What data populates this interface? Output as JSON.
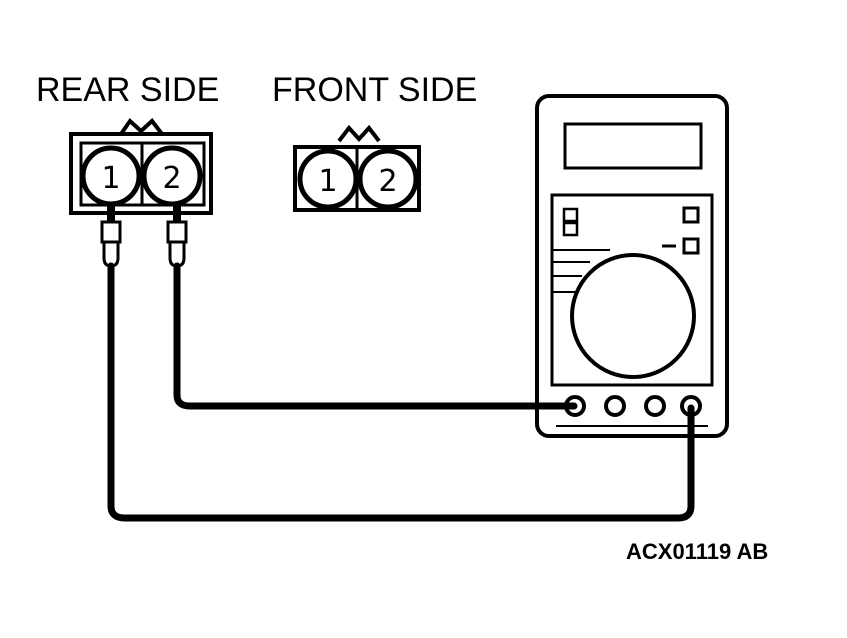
{
  "labels": {
    "rear_side": "REAR SIDE",
    "front_side": "FRONT SIDE",
    "figure_code": "ACX01119 AB"
  },
  "rear_connector": {
    "pins": [
      "1",
      "2"
    ]
  },
  "front_connector": {
    "pins": [
      "1",
      "2"
    ]
  },
  "colors": {
    "ink": "#000000",
    "paper": "#ffffff"
  }
}
